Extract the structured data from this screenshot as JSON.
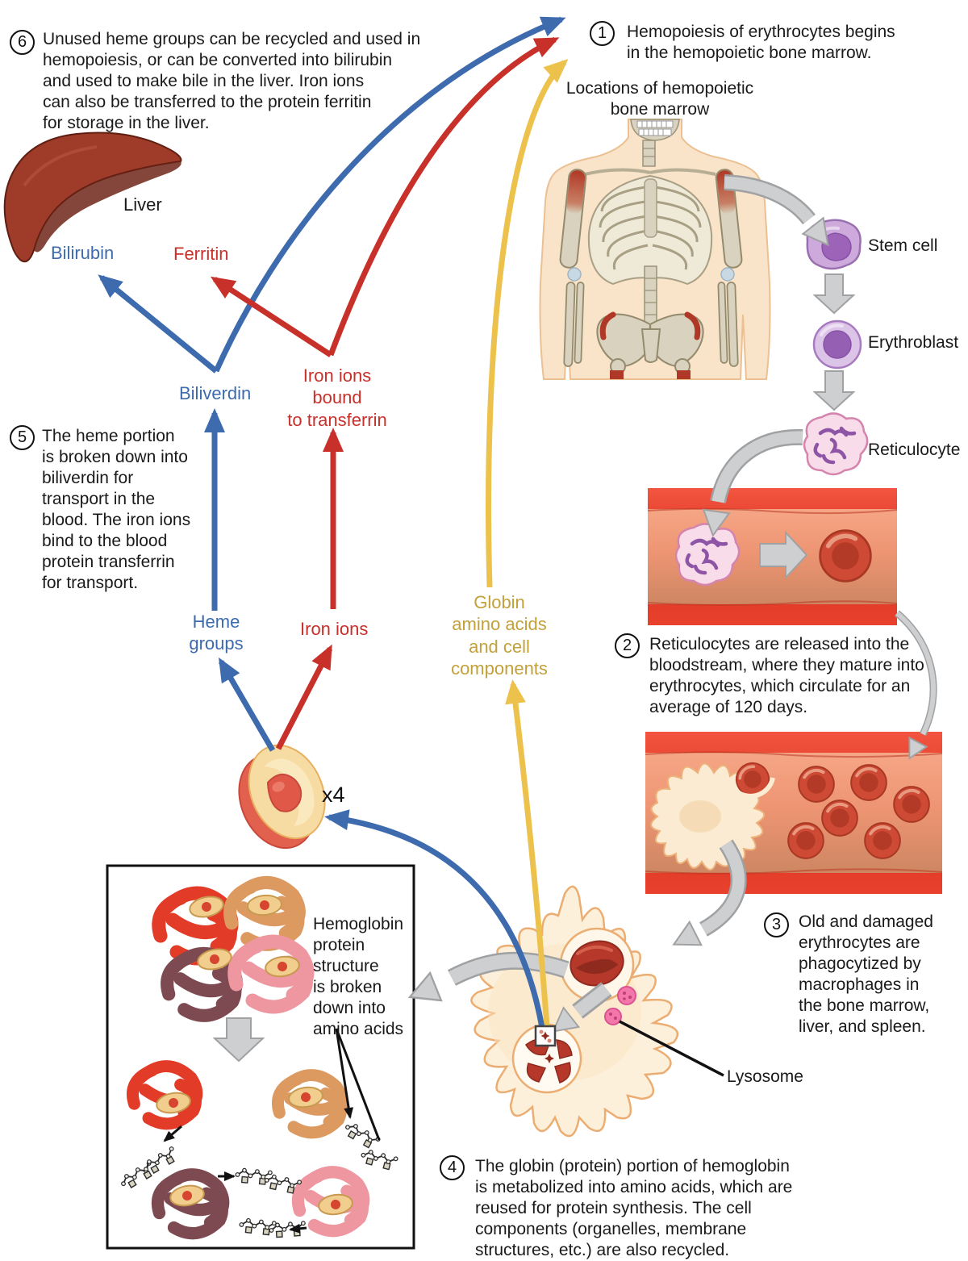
{
  "steps": {
    "s1": {
      "num": "1",
      "text": "Hemopoiesis of erythrocytes begins\nin the hemopoietic bone marrow."
    },
    "s2": {
      "num": "2",
      "text": "Reticulocytes are released into the\nbloodstream, where they mature into\nerythrocytes, which circulate for an\naverage of 120 days."
    },
    "s3": {
      "num": "3",
      "text": "Old and damaged\nerythrocytes are\nphagocytized by\nmacrophages in\nthe bone marrow,\nliver, and spleen."
    },
    "s4": {
      "num": "4",
      "text": "The globin (protein) portion of hemoglobin\nis metabolized into amino acids, which are\nreused for protein synthesis. The cell\ncomponents (organelles, membrane\nstructures, etc.) are also recycled."
    },
    "s5": {
      "num": "5",
      "text": "The heme portion\nis broken down into\nbiliverdin for\ntransport in the\nblood. The iron ions\nbind to the blood\nprotein transferrin\nfor transport."
    },
    "s6": {
      "num": "6",
      "text": "Unused heme groups can be recycled and used in\nhemopoiesis, or can be converted into bilirubin\nand used to make bile in the liver. Iron ions\ncan also be transferred to the protein ferritin\nfor storage in the liver."
    }
  },
  "labels": {
    "bone_marrow_locations": "Locations of hemopoietic\nbone marrow",
    "liver": "Liver",
    "bilirubin": "Bilirubin",
    "ferritin": "Ferritin",
    "biliverdin": "Biliverdin",
    "iron_transferrin": "Iron ions\nbound\nto transferrin",
    "heme_groups": "Heme\ngroups",
    "iron_ions": "Iron ions",
    "globin": "Globin\namino acids\nand cell\ncomponents",
    "x4": "x4",
    "stem_cell": "Stem cell",
    "erythroblast": "Erythroblast",
    "reticulocyte": "Reticulocyte",
    "lysosome": "Lysosome",
    "hemoglobin_breakdown": "Hemoglobin\nprotein\nstructure\nis broken\ndown into\namino acids"
  },
  "colors": {
    "heme_pathway_blue": "#3D6BAD",
    "iron_pathway_red": "#C8302A",
    "globin_pathway_yellow": "#ECC24D",
    "globin_text_gold": "#C2A13B",
    "gray_arrow": "#CDCFD1",
    "liver_red": "#9E3B29",
    "marrow_red": "#B03826",
    "vessel_red": "#D92F1F",
    "macrophage_cream": "#FDF0DB",
    "lysosome_pink": "#F477AB",
    "cell_purple": "#9C63B8"
  }
}
